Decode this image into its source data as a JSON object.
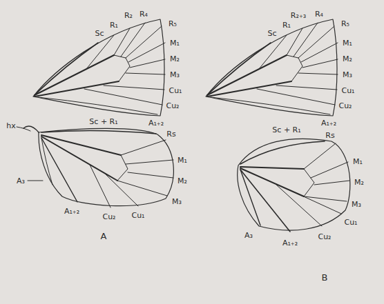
{
  "diagram": {
    "labels": [
      "Sc",
      "R₁",
      "R₂",
      "R₄",
      "R₅",
      "M₁",
      "M₂",
      "M₃",
      "Cu₁",
      "Cu₂",
      "A₁₊₂",
      "hx",
      "Sc + R₁",
      "Rs",
      "M₁",
      "M₂",
      "M₃",
      "Cu₁",
      "Cu₂",
      "A₁₊₂",
      "A₃",
      "A",
      "Sc",
      "R₁",
      "R₂₊₃",
      "R₄",
      "R₅",
      "M₁",
      "M₂",
      "M₃",
      "Cu₁",
      "Cu₂",
      "A₁₊₂",
      "Sc + R₁",
      "Rs",
      "M₁",
      "M₂",
      "M₃",
      "Cu₁",
      "Cu₂",
      "A₁₊₂",
      "A₃",
      "B"
    ]
  }
}
